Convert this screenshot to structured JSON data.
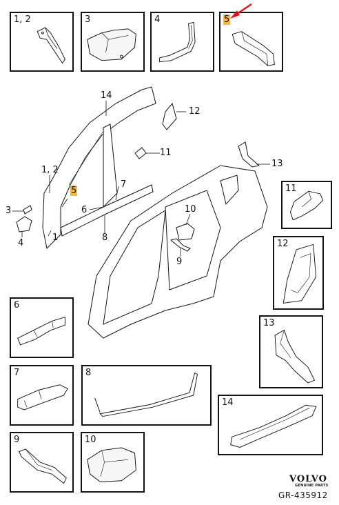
{
  "boxes": [
    {
      "id": "b12",
      "label": "1, 2"
    },
    {
      "id": "b3",
      "label": "3"
    },
    {
      "id": "b4",
      "label": "4"
    },
    {
      "id": "b5",
      "label": "5"
    },
    {
      "id": "b11",
      "label": "11"
    },
    {
      "id": "b12r",
      "label": "12"
    },
    {
      "id": "b6",
      "label": "6"
    },
    {
      "id": "b13",
      "label": "13"
    },
    {
      "id": "b7",
      "label": "7"
    },
    {
      "id": "b8",
      "label": "8"
    },
    {
      "id": "b14",
      "label": "14"
    },
    {
      "id": "b9",
      "label": "9"
    },
    {
      "id": "b10",
      "label": "10"
    }
  ],
  "callouts": {
    "c14": "14",
    "c12": "12",
    "c11": "11",
    "c13": "13",
    "c12a": "1, 2",
    "c5": "5",
    "c7": "7",
    "c3": "3",
    "c6": "6",
    "c1": "1",
    "c4": "4",
    "c8": "8",
    "c10": "10",
    "c9": "9"
  },
  "brand": {
    "logo": "VOLVO",
    "subtitle": "GENUINE PARTS",
    "ref": "GR-435912"
  },
  "colors": {
    "highlight": "#f5b942",
    "arrow": "#e0141e",
    "line": "#111111"
  }
}
